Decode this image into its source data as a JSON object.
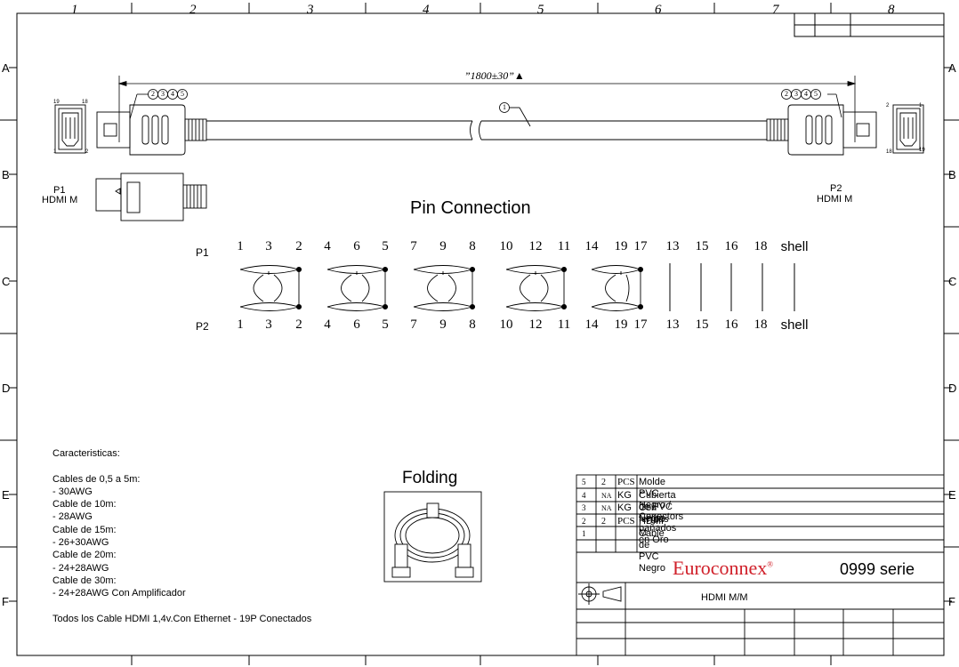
{
  "grid": {
    "columns": [
      "1",
      "2",
      "3",
      "4",
      "5",
      "6",
      "7",
      "8"
    ],
    "rows": [
      "A",
      "B",
      "C",
      "D",
      "E",
      "F"
    ]
  },
  "dimension": {
    "length_label": "”1800±30”▲"
  },
  "callouts": {
    "left": [
      "2",
      "3",
      "4",
      "5"
    ],
    "cable": "1",
    "right": [
      "2",
      "3",
      "4",
      "5"
    ]
  },
  "connector_pins": {
    "left_top": "19",
    "left_top_right": "18",
    "left_bottom": "1",
    "left_bottom_right": "2",
    "right_top_left": "2",
    "right_top_right": "1",
    "right_bottom_left": "18",
    "right_bottom_right": "19"
  },
  "p1": {
    "label": "P1",
    "sub": "HDMI M"
  },
  "p2": {
    "label": "P2",
    "sub": "HDMI M"
  },
  "pin_connection": {
    "title": "Pin Connection",
    "row1_label": "P1",
    "row2_label": "P2",
    "top_pins": [
      "1",
      "3",
      "2",
      "4",
      "6",
      "5",
      "7",
      "9",
      "8",
      "10",
      "12",
      "11",
      "14",
      "19",
      "17",
      "13",
      "15",
      "16",
      "18",
      "shell"
    ],
    "bottom_pins": [
      "1",
      "3",
      "2",
      "4",
      "6",
      "5",
      "7",
      "9",
      "8",
      "10",
      "12",
      "11",
      "14",
      "19",
      "17",
      "13",
      "15",
      "16",
      "18",
      "shell"
    ]
  },
  "specs": {
    "heading": "Caracteristicas:",
    "lines": [
      "Cables de 0,5 a 5m:",
      "- 30AWG",
      "Cable de 10m:",
      "- 28AWG",
      "Cable de 15m:",
      "- 26+30AWG",
      "Cable de 20m:",
      "- 24+28AWG",
      "Cable de 30m:",
      "- 24+28AWG Con Amplificador"
    ],
    "footer": "Todos los Cable HDMI 1,4v.Con Ethernet - 19P Conectados"
  },
  "folding": {
    "title": "Folding"
  },
  "bom": [
    {
      "item": "5",
      "qty": "2",
      "unit": "PCS",
      "desc": "Molde PVC Negro / Conectors bañados en Oro"
    },
    {
      "item": "4",
      "qty": "NA",
      "unit": "KG",
      "desc": "Cubierta de PVC Negro"
    },
    {
      "item": "3",
      "qty": "NA",
      "unit": "KG",
      "desc": "Con ferritas"
    },
    {
      "item": "2",
      "qty": "2",
      "unit": "PCS",
      "desc": "HDMI  M"
    },
    {
      "item": "1",
      "qty": "",
      "unit": "",
      "desc": "Cable de PVC Negro"
    }
  ],
  "title_block": {
    "brand": "Euroconnex",
    "brand_mark": "®",
    "series": "0999 serie",
    "part": "HDMI  M/M"
  },
  "colors": {
    "brand": "#d0202a",
    "line": "#000000"
  }
}
